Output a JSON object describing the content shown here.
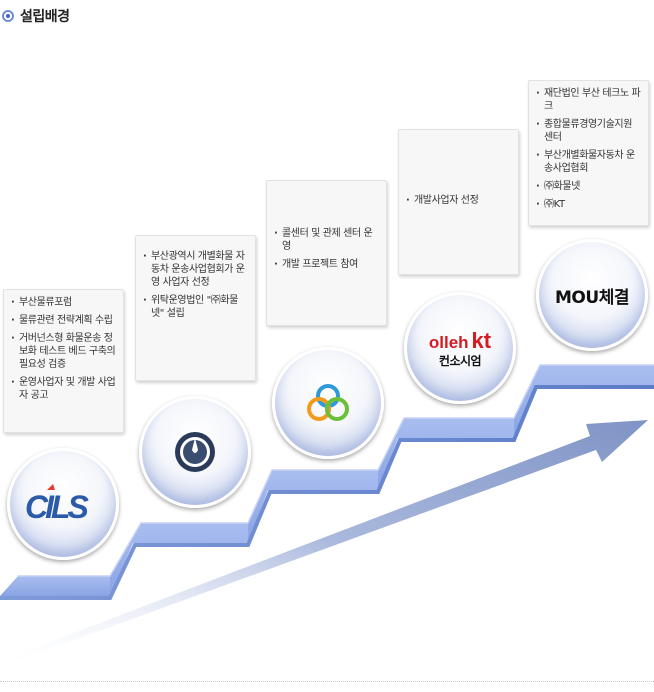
{
  "title": "설립배경",
  "cards": [
    {
      "items": [
        "부산물류포럼",
        "물류관련 전략계획 수립",
        "거버넌스형 화물운송 정보화 테스트 베드 구축의 필요성 검증",
        "운영사업자 및 개발 사업자 공고"
      ]
    },
    {
      "items": [
        "부산광역시 개별화물 자동차 운송사업협회가 운영 사업자 선정",
        "위탁운영법인 \"㈜화물넷\" 설립"
      ]
    },
    {
      "items": [
        "콜센터 및 관제 센터 운영",
        "개발 프로젝트 참여"
      ]
    },
    {
      "items": [
        "개발사업자 선정"
      ]
    },
    {
      "items": [
        "재단법인 부산 테크노 파크",
        "종합물류경영기술지원 센터",
        "부산개별화물자동차 운송사업협회",
        "㈜화물넷",
        "㈜KT"
      ]
    }
  ],
  "logos": {
    "cils": "CILS",
    "olleh": "olleh",
    "kt": "kt",
    "kt_sub": "컨소시엄",
    "mou": "MOU체결"
  }
}
